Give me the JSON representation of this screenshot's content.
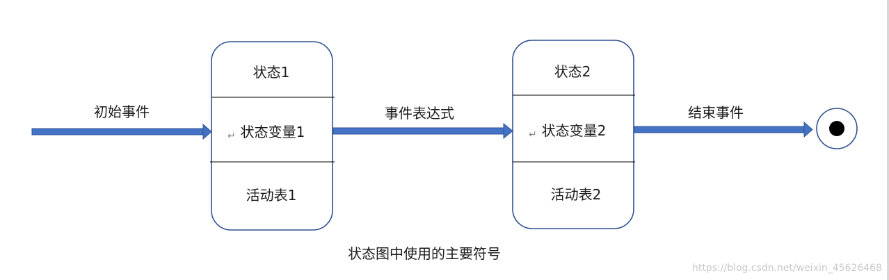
{
  "colors": {
    "arrow": "#4472c4",
    "arrow_edge": "#2f5597",
    "state_border": "#2f528f",
    "divider": "#000000",
    "final_dot": "#000000"
  },
  "start_arrow_label": "初始事件",
  "state1": {
    "name": "状态1",
    "variables": "状态变量1",
    "activities": "活动表1"
  },
  "transition_label": "事件表达式",
  "state2": {
    "name": "状态2",
    "variables": "状态变量2",
    "activities": "活动表2"
  },
  "end_arrow_label": "结束事件",
  "final_state_icon": "final-state-bullseye",
  "paragraph_mark": "↵",
  "caption": "状态图中使用的主要符号",
  "watermark": "https://blog.csdn.net/weixin_45626468"
}
